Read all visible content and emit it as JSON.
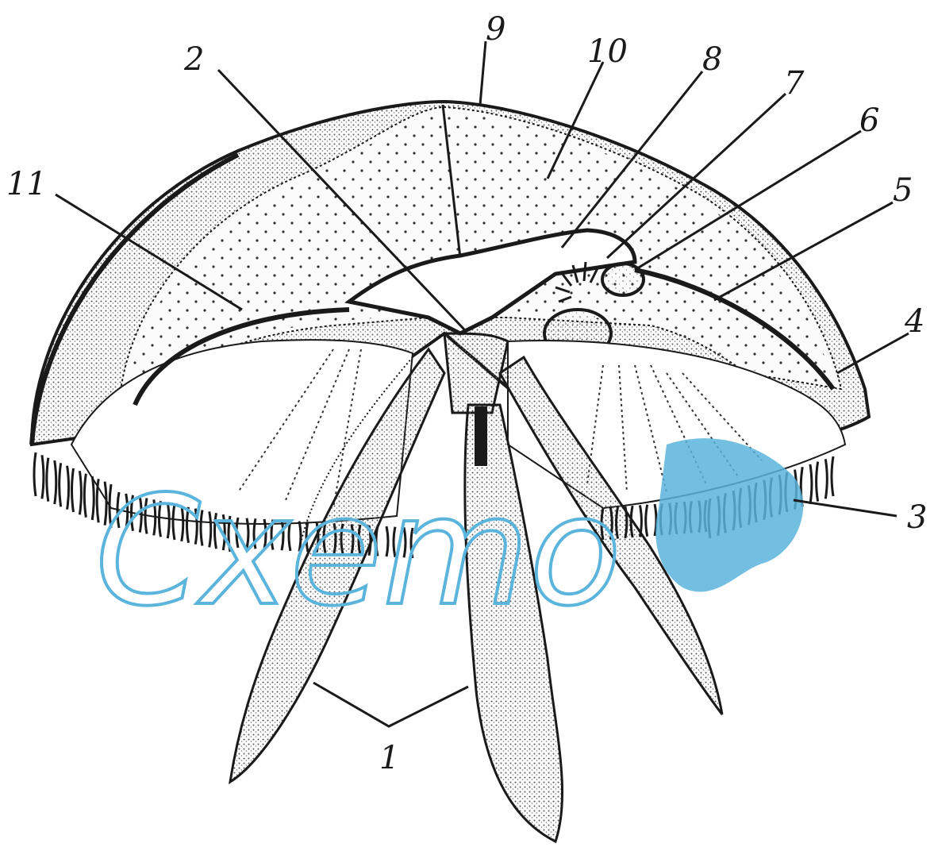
{
  "diagram": {
    "labels": {
      "l1": "1",
      "l2": "2",
      "l3": "3",
      "l4": "4",
      "l5": "5",
      "l6": "6",
      "l7": "7",
      "l8": "8",
      "l9": "9",
      "l10": "10",
      "l11": "11"
    },
    "watermark": "Cxemo",
    "colors": {
      "ink": "#1a1a1a",
      "watermark": "#5ab4dc",
      "background": "#ffffff"
    }
  }
}
